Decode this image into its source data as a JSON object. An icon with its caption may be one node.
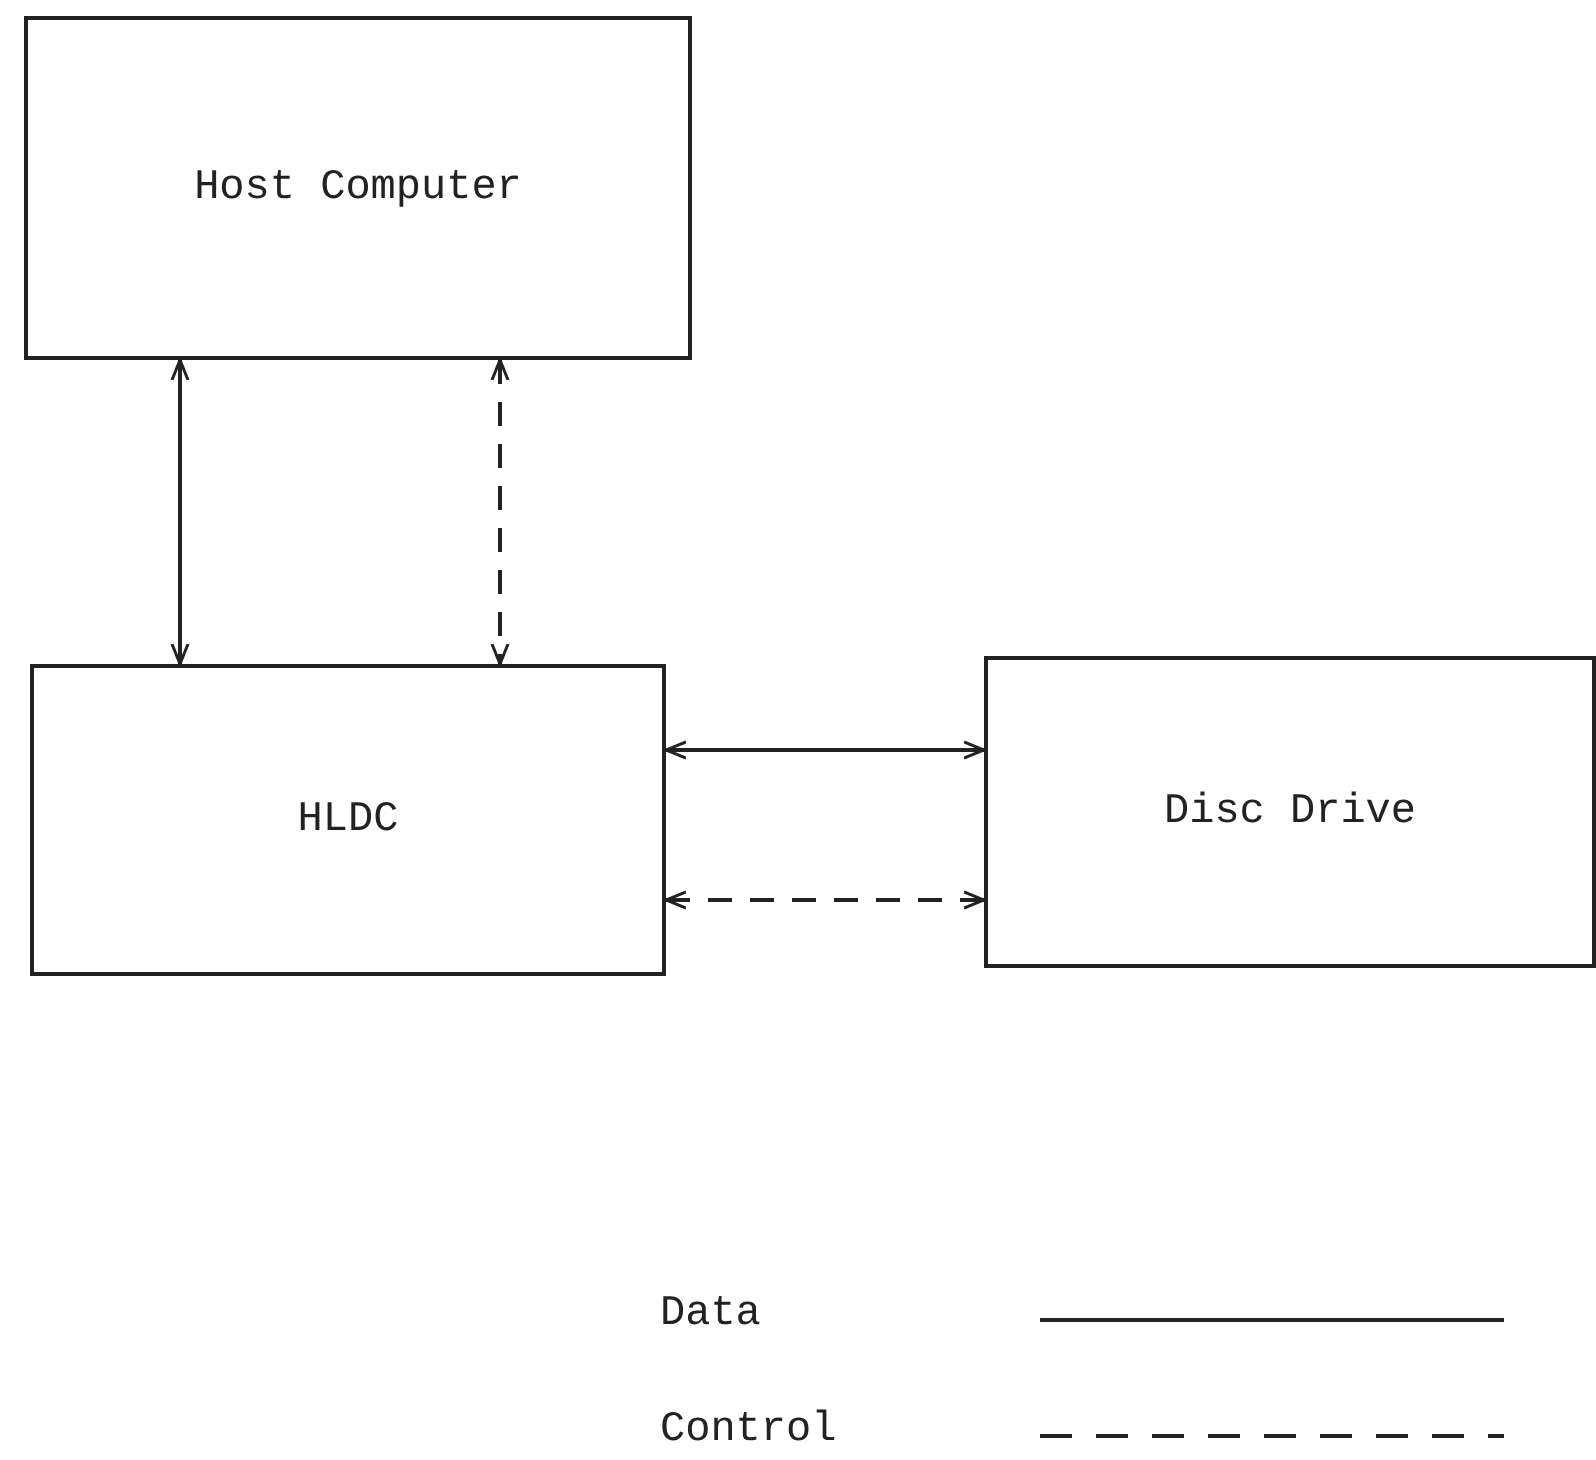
{
  "diagram": {
    "nodes": [
      {
        "text": [
          "Host Computer"
        ]
      },
      {
        "text": [
          "HLDC"
        ]
      },
      {
        "text": [
          "Disc Drive"
        ]
      }
    ],
    "edges": [
      {
        "from": 0,
        "to": 1,
        "arrow": "both"
      },
      {
        "from": 0,
        "to": 1,
        "arrow": "both",
        "style": "dashed"
      },
      {
        "from": 1,
        "to": 2,
        "arrow": "both"
      },
      {
        "from": 1,
        "to": 2,
        "arrow": "both",
        "style": "dashed"
      }
    ],
    "legend": [
      {
        "text": "Data"
      },
      {
        "text": "Control"
      }
    ]
  }
}
